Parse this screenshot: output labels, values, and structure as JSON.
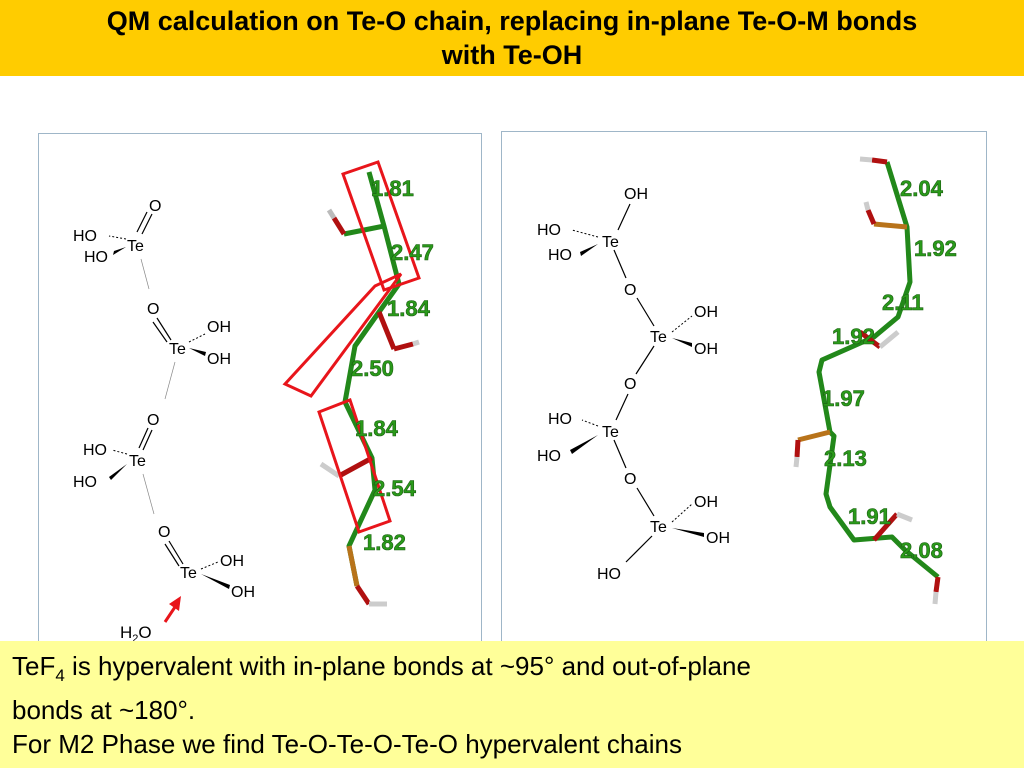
{
  "title": {
    "line1": "QM calculation on Te-O chain, replacing in-plane Te-O-M bonds",
    "line2": "with Te-OH"
  },
  "left_panel": {
    "atoms": {
      "te": "Te",
      "o": "O",
      "ho": "HO",
      "oh": "OH",
      "water_h": "H",
      "water_sub": "2",
      "water_o": "O"
    },
    "bond_lengths": [
      "1.81",
      "2.47",
      "1.84",
      "2.50",
      "1.84",
      "2.54",
      "1.82"
    ],
    "colors": {
      "highlight_box": "#e8151b",
      "arrow": "#e8151b",
      "chain": "#2a9a1a"
    }
  },
  "right_panel": {
    "atoms": {
      "te": "Te",
      "o": "O",
      "ho": "HO",
      "oh": "OH"
    },
    "bond_lengths": [
      "2.04",
      "1.92",
      "2.11",
      "1.92",
      "1.97",
      "2.13",
      "1.91",
      "2.08"
    ]
  },
  "caption": {
    "line1_pre": "TeF",
    "line1_sub": "4",
    "line1_post": " is hypervalent with in-plane bonds at ~95° and out-of-plane",
    "line2": "bonds at ~180°.",
    "line3": "For M2 Phase we find Te-O-Te-O-Te-O hypervalent chains"
  }
}
